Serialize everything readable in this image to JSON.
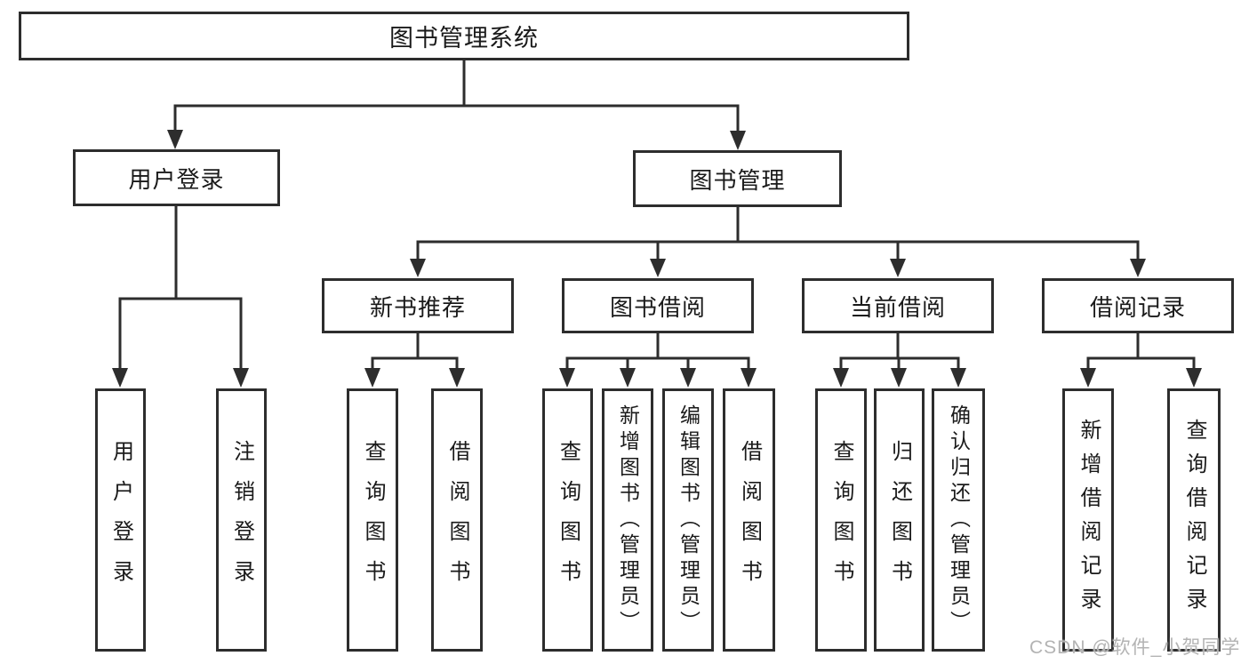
{
  "diagram": {
    "type": "function-structure-tree",
    "colors": {
      "background": "#ffffff",
      "line": "#2d2d2d",
      "box_border": "#2d2d2d",
      "text": "#1a1a1a",
      "watermark": "#b3b3b3"
    },
    "root": {
      "label": "图书管理系统"
    },
    "login_branch": {
      "label": "用户登录",
      "children": [
        {
          "label": "用户登录"
        },
        {
          "label": "注销登录"
        }
      ]
    },
    "management_branch": {
      "label": "图书管理",
      "sections": [
        {
          "label": "新书推荐",
          "children": [
            {
              "label": "查询图书"
            },
            {
              "label": "借阅图书"
            }
          ]
        },
        {
          "label": "图书借阅",
          "children": [
            {
              "label": "查询图书"
            },
            {
              "label": "新增图书（管理员）"
            },
            {
              "label": "编辑图书（管理员）"
            },
            {
              "label": "借阅图书"
            }
          ]
        },
        {
          "label": "当前借阅",
          "children": [
            {
              "label": "查询图书"
            },
            {
              "label": "归还图书"
            },
            {
              "label": "确认归还（管理员）"
            }
          ]
        },
        {
          "label": "借阅记录",
          "children": [
            {
              "label": "新增借阅记录"
            },
            {
              "label": "查询借阅记录"
            }
          ]
        }
      ]
    },
    "watermark": "CSDN @软件_小贺同学"
  }
}
